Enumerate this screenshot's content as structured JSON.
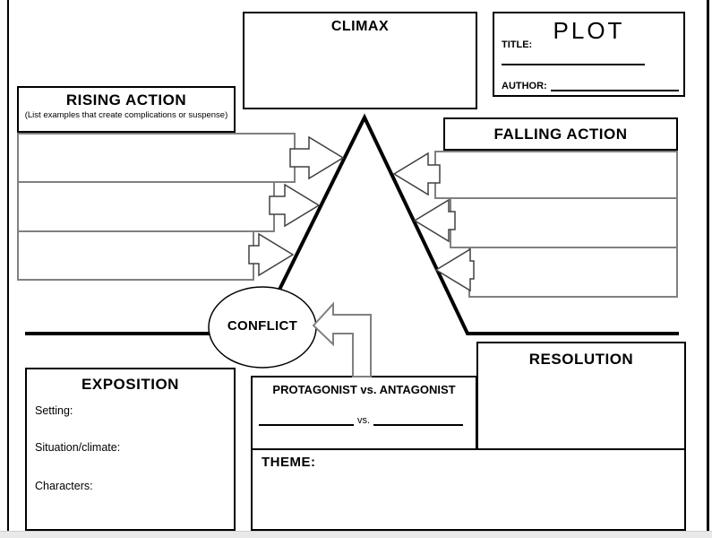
{
  "climax": {
    "title": "CLIMAX"
  },
  "plot": {
    "title": "PLOT",
    "title_label": "TITLE:",
    "author_label": "AUTHOR:"
  },
  "rising": {
    "title": "RISING ACTION",
    "subtitle": "(List examples that create complications or suspense)"
  },
  "falling": {
    "title": "FALLING ACTION"
  },
  "conflict": {
    "label": "CONFLICT"
  },
  "exposition": {
    "title": "EXPOSITION",
    "fields": [
      "Setting:",
      "Situation/climate:",
      "Characters:"
    ]
  },
  "protagonist": {
    "title": "PROTAGONIST vs. ANTAGONIST",
    "vs_label": "vs."
  },
  "resolution": {
    "title": "RESOLUTION"
  },
  "theme": {
    "label": "THEME:"
  },
  "colors": {
    "line_black": "#000000",
    "box_gray": "#808080",
    "arrow_gray": "#404040"
  }
}
